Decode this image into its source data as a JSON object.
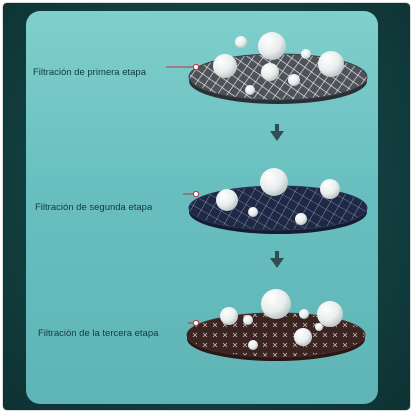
{
  "stages": [
    {
      "label": "Filtración de primera etapa",
      "mesh": "white-grid"
    },
    {
      "label": "Filtración de segunda etapa",
      "mesh": "dark-blue-grid"
    },
    {
      "label": "Filtración de la tercera etapa",
      "mesh": "brown-cross-weave"
    }
  ],
  "arrows": [
    "arrow-down-icon",
    "arrow-down-icon"
  ],
  "colors": {
    "panel": "#6cc3c2",
    "frame": "#123e3f",
    "connector": "#c0303a",
    "arrow": "#2f4f52",
    "mesh1": "#5b5f66",
    "mesh2": "#1f2a45",
    "mesh3": "#3a2422"
  }
}
